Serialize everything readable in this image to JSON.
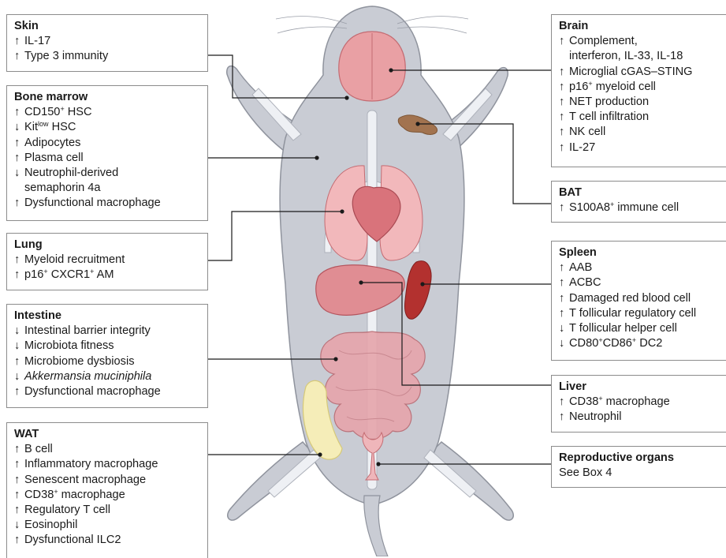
{
  "colors": {
    "box_border": "#8c8c8c",
    "mouse_body": "#c9ccd4",
    "mouse_outline": "#8f939d",
    "bone": "#eef0f4",
    "organ_pink": "#e9a0a4",
    "organ_dark_pink": "#d17d84",
    "spleen": "#b3312f",
    "bat": "#a2734f",
    "wat": "#f5edb8",
    "leader_line": "#1a1a1a"
  },
  "panels": {
    "skin": {
      "title": "Skin",
      "items": [
        "IL-17",
        "Type 3 immunity"
      ]
    },
    "bone_marrow": {
      "title": "Bone marrow",
      "items": [
        "CD150",
        "HSC",
        "Kit",
        "HSC",
        "Adipocytes",
        "Plasma cell",
        "Neutrophil-derived",
        "semaphorin 4a",
        "Dysfunctional macrophage"
      ],
      "sup": [
        "+",
        "low"
      ]
    },
    "lung": {
      "title": "Lung",
      "items": [
        "Myeloid recruitment",
        "p16",
        "CXCR1",
        "AM"
      ],
      "sup": [
        "+",
        "+"
      ]
    },
    "intestine": {
      "title": "Intestine",
      "items": [
        "Intestinal barrier integrity",
        "Microbiota fitness",
        "Microbiome dysbiosis",
        "Akkermansia muciniphila",
        "Dysfunctional macrophage"
      ]
    },
    "wat": {
      "title": "WAT",
      "items": [
        "B cell",
        "Inflammatory macrophage",
        "Senescent macrophage",
        "CD38",
        "macrophage",
        "Regulatory T cell",
        "Eosinophil",
        "Dysfunctional ILC2"
      ],
      "sup": [
        "+"
      ]
    },
    "brain": {
      "title": "Brain",
      "items": [
        "Complement,",
        "interferon, IL-33, IL-18",
        "Microglial cGAS–STING",
        "p16",
        "myeloid cell",
        "NET production",
        "T cell infiltration",
        "NK cell",
        "IL-27"
      ],
      "sup": [
        "+"
      ]
    },
    "bat": {
      "title": "BAT",
      "items": [
        "S100A8",
        "immune cell"
      ],
      "sup": [
        "+"
      ]
    },
    "spleen": {
      "title": "Spleen",
      "items": [
        "AAB",
        "ACBC",
        "Damaged red blood cell",
        "T follicular regulatory cell",
        "T follicular helper cell",
        "CD80",
        "CD86",
        "DC2"
      ],
      "sup": [
        "+",
        "+"
      ]
    },
    "liver": {
      "title": "Liver",
      "items": [
        "CD38",
        "macrophage",
        "Neutrophil"
      ],
      "sup": [
        "+"
      ]
    },
    "reproductive": {
      "title": "Reproductive organs",
      "items": [
        "See Box 4"
      ]
    }
  },
  "arrows": {
    "up": "↑",
    "down": "↓"
  }
}
